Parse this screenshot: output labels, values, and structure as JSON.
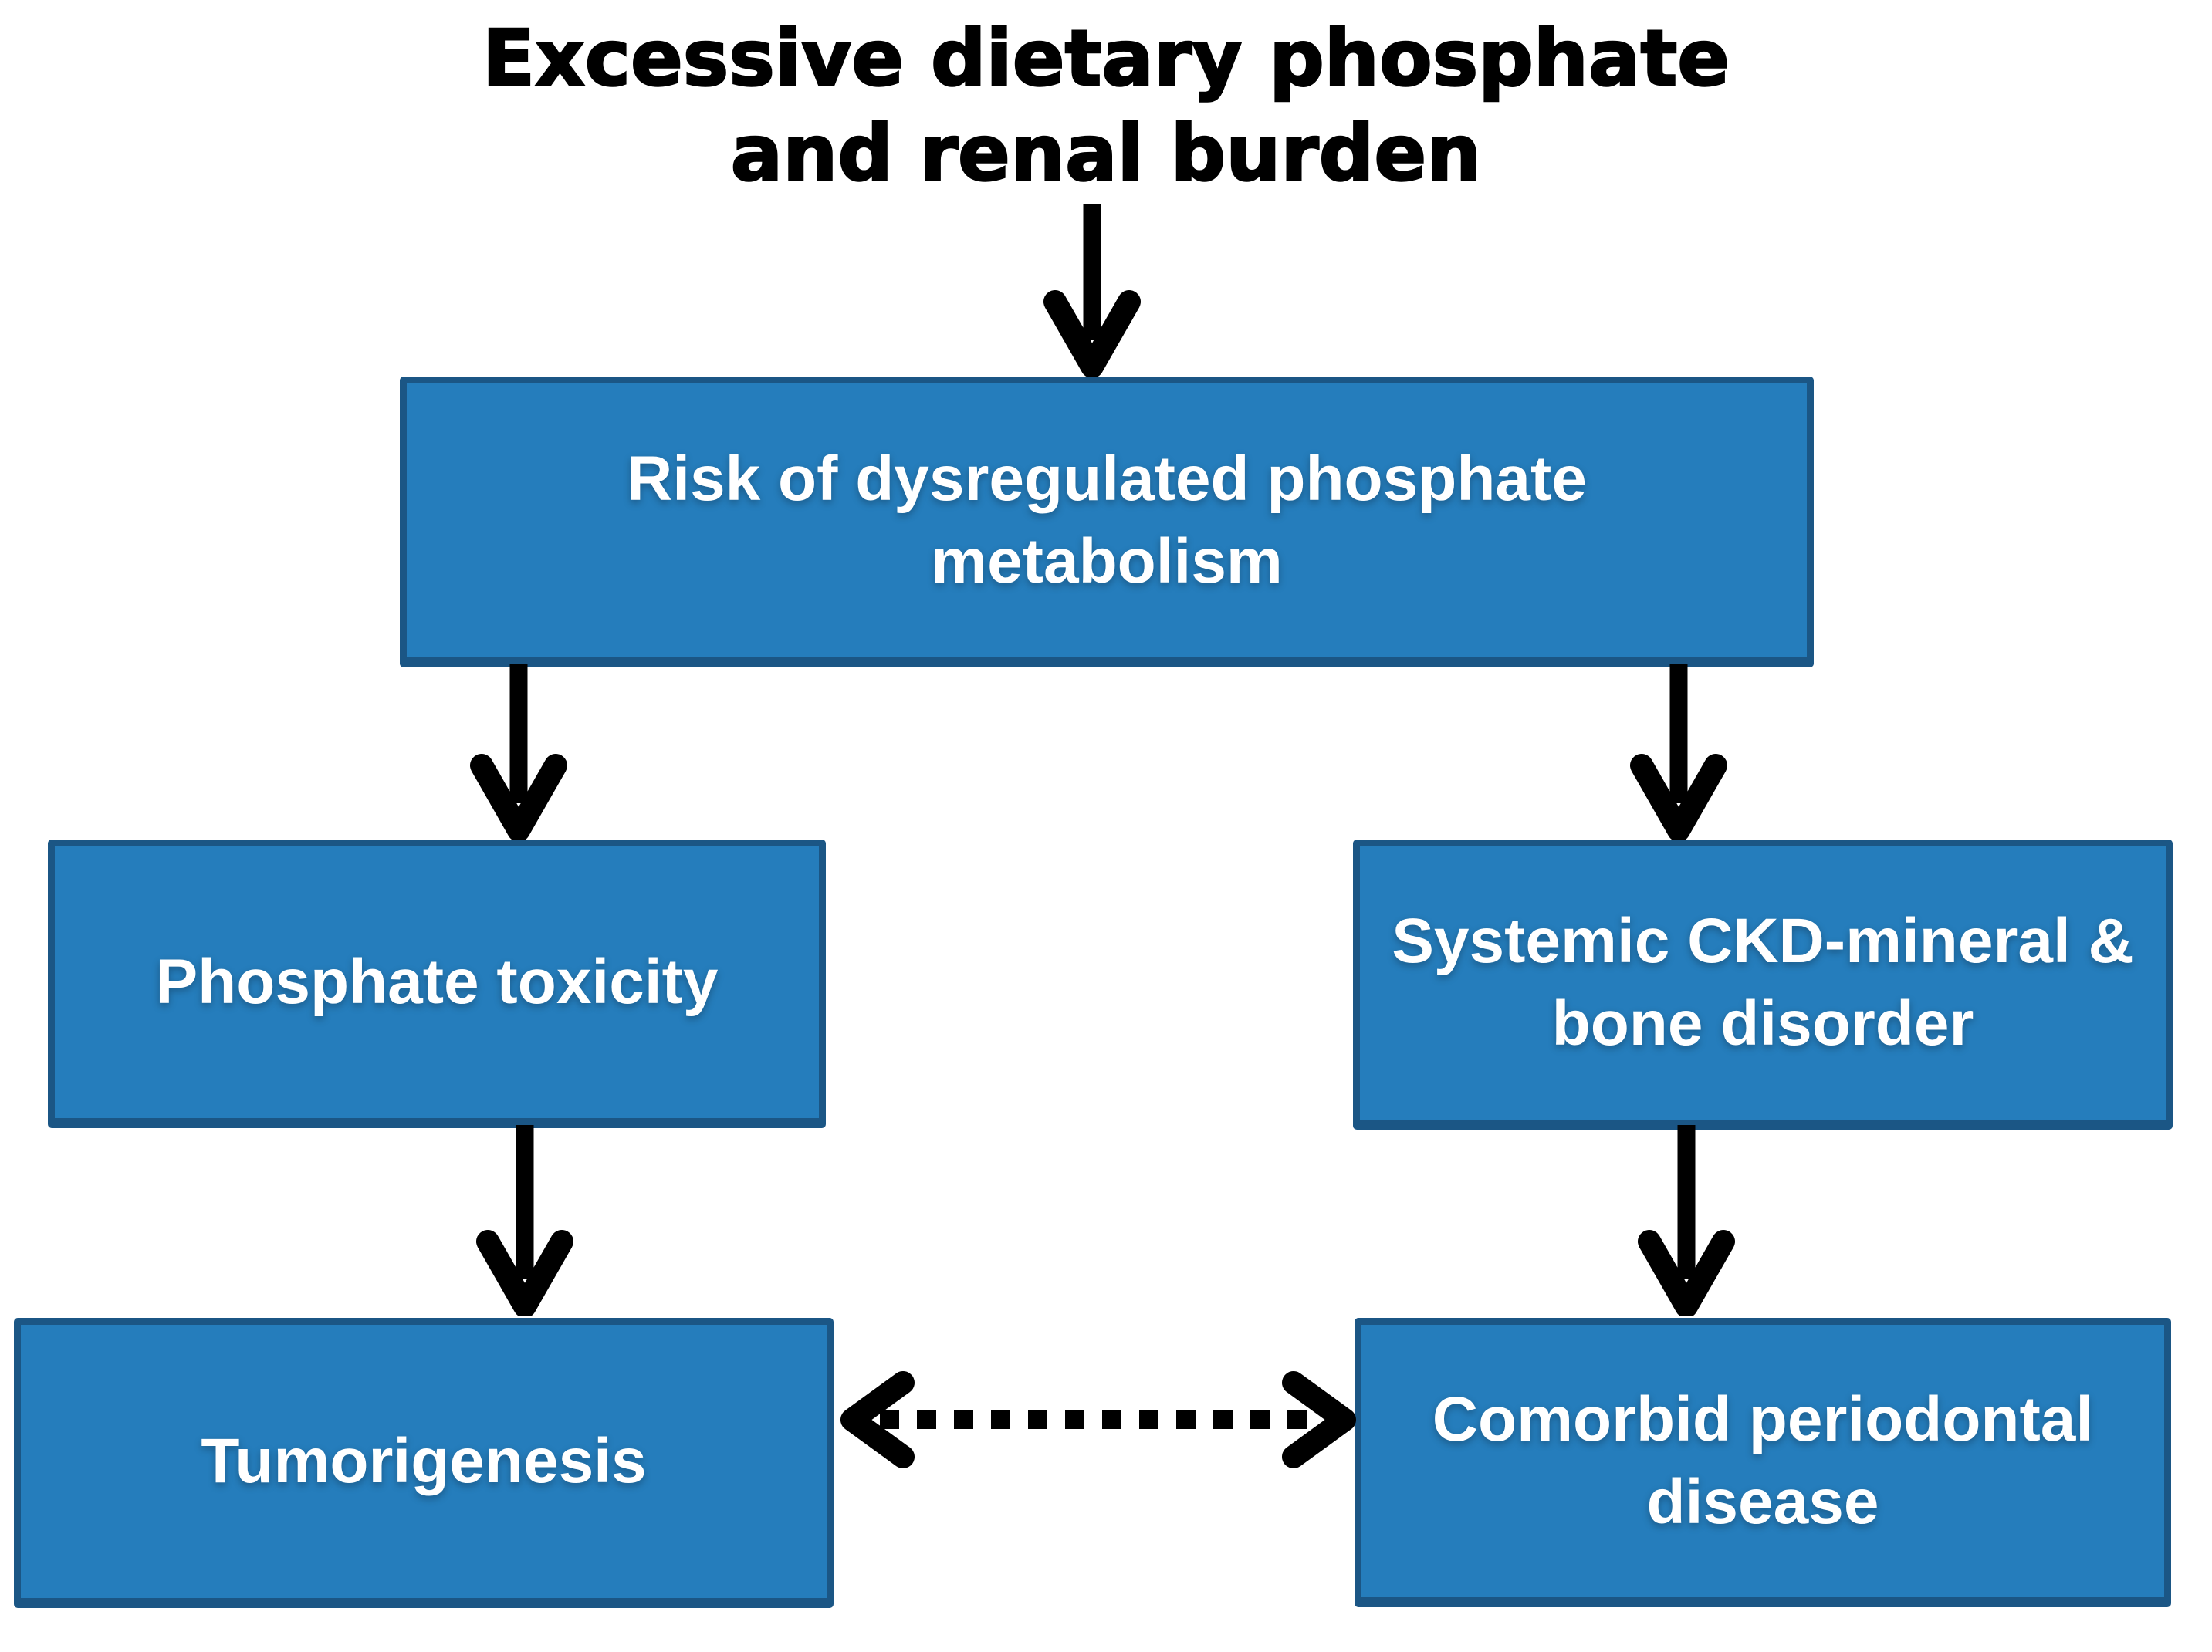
{
  "title": "Excessive dietary phosphate\nand renal burden",
  "boxes": {
    "risk": "Risk of dysregulated phosphate\nmetabolism",
    "phosphate_toxicity": "Phosphate toxicity",
    "ckd_mbd": "Systemic CKD-mineral &\nbone disorder",
    "tumorigenesis": "Tumorigenesis",
    "periodontal": "Comorbid periodontal\ndisease"
  },
  "edges": [
    {
      "from": "Excessive dietary phosphate and renal burden",
      "to": "Risk of dysregulated phosphate metabolism",
      "style": "solid-arrow"
    },
    {
      "from": "Risk of dysregulated phosphate metabolism",
      "to": "Phosphate toxicity",
      "style": "solid-arrow"
    },
    {
      "from": "Risk of dysregulated phosphate metabolism",
      "to": "Systemic CKD-mineral & bone disorder",
      "style": "solid-arrow"
    },
    {
      "from": "Phosphate toxicity",
      "to": "Tumorigenesis",
      "style": "solid-arrow"
    },
    {
      "from": "Systemic CKD-mineral & bone disorder",
      "to": "Comorbid periodontal disease",
      "style": "solid-arrow"
    },
    {
      "from": "Tumorigenesis",
      "to": "Comorbid periodontal disease",
      "style": "dashed-double-arrow"
    }
  ],
  "colors": {
    "background": "#ffffff",
    "box_fill": "#257dbc",
    "box_border": "#1b5685",
    "box_text": "#ffffff",
    "arrow": "#000000",
    "title_text": "#000000"
  }
}
